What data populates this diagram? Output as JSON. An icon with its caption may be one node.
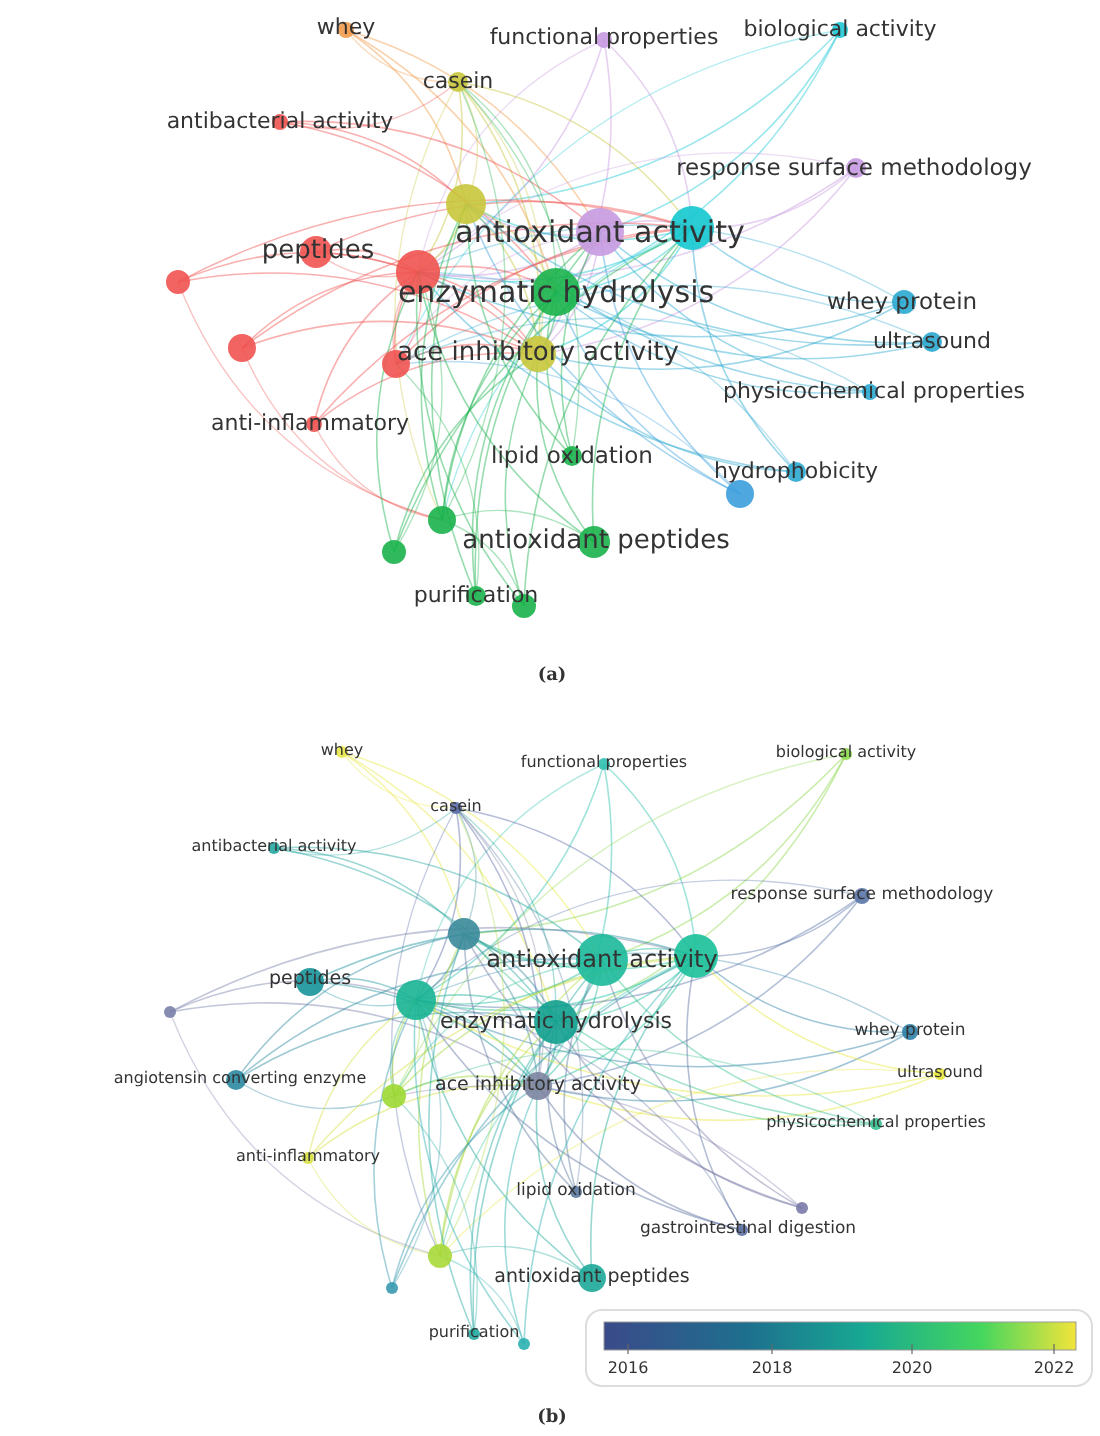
{
  "diagram": {
    "labels": [
      "whey",
      "functional properties",
      "biological activity",
      "casein",
      "antibacterial activity",
      "response surface methodology",
      "antioxidant activity",
      "peptides",
      "enzymatic hydrolysis",
      "whey protein",
      "ultrasound",
      "ace inhibitory activity",
      "physicochemical properties",
      "anti-inflammatory",
      "lipid oxidation",
      "hydrophobicity",
      "antioxidant peptides",
      "purification",
      "(a)",
      "whey",
      "functional properties",
      "biological activity",
      "casein",
      "antibacterial activity",
      "response surface methodology",
      "antioxidant activity",
      "peptides",
      "enzymatic hydrolysis",
      "whey protein",
      "angiotensin converting enzyme",
      "ultrasound",
      "ace inhibitory activity",
      "physicochemical properties",
      "anti-inflammatory",
      "lipid oxidation",
      "gastrointestinal digestion",
      "antioxidant peptides",
      "purification",
      "2016",
      "2018",
      "2020",
      "2022",
      "(b)"
    ]
  }
}
